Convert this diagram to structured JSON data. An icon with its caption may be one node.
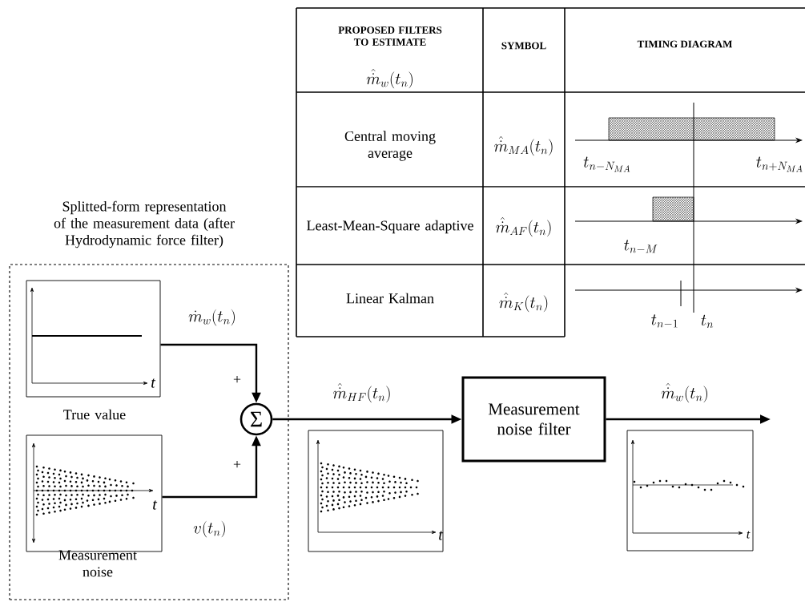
{
  "diagram": {
    "nodes": [
      {
        "text": [
          "Splitted-form representation of the measurement data (after Hydrodynamic force filter)"
        ]
      },
      {
        "text": [
          "t"
        ],
        "beside": [
          "True value"
        ],
        "in": 0
      },
      {
        "text": [
          "t"
        ],
        "beside": [
          "Measurement noise"
        ],
        "in": 0
      },
      {
        "text": [
          "Σ"
        ],
        "in": 0
      },
      {
        "text": [
          "Measurement noise filter"
        ]
      },
      {
        "text": [
          "t"
        ]
      },
      {
        "text": [
          "t"
        ]
      }
    ],
    "edges": [
      {
        "from": 1,
        "to": 3,
        "arrow": "to",
        "label": "\\dot{m}_w(t_n)"
      },
      {
        "from": 2,
        "to": 3,
        "arrow": "to",
        "label": "v(t_n)"
      },
      {
        "from": 3,
        "to": 4,
        "arrow": "to",
        "label": "\\hat{\\dot{m}}_{HF}(t_n)"
      },
      {
        "from": 4,
        "to": null,
        "arrow": "to",
        "label": "\\hat{\\dot{m}}_{w}(t_{n})"
      }
    ],
    "labels": [
      "PROPOSED FILTERS TO ESTIMATE",
      "\\hat{\\dot{m}}_w(t_n)",
      "SYMBOL",
      "TIMING DIAGRAM",
      "Central moving average",
      "\\hat{\\dot{m}}_{MA}(t_n)",
      "t_{n-N_{MA}}",
      "t_{n+N_{MA}}",
      "Least-Mean-Square adaptive",
      "\\hat{\\dot{m}}_{AF}(t_n)",
      "t_{n-M}",
      "Linear Kalman",
      "\\hat{\\dot{m}}_K(t_n)",
      "t_{n-1}",
      "t_n",
      "+",
      "+"
    ]
  }
}
